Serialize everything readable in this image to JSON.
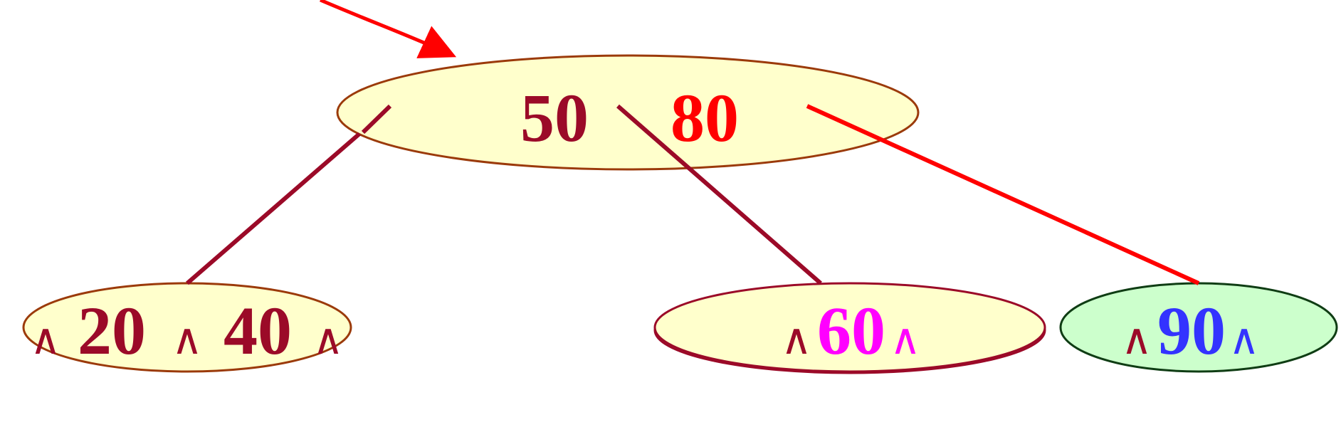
{
  "colors": {
    "dark_red": "#9b0a28",
    "red": "#ff0000",
    "magenta": "#ff00ff",
    "blue": "#3333ff",
    "node_fill": "#ffffcc",
    "leaf_fill_green": "#ccffcc",
    "node_stroke": "#9b3a0a",
    "green_stroke": "#0f3d14"
  },
  "root": {
    "keys": [
      "50",
      "80"
    ]
  },
  "leaves": [
    {
      "null_left": "∧",
      "key1": "20",
      "null_mid": "∧",
      "key2": "40",
      "null_right": "∧"
    },
    {
      "null_left": "∧",
      "key": "60",
      "null_right": "∧"
    },
    {
      "null_left": "∧",
      "key": "90",
      "null_right": "∧"
    }
  ]
}
